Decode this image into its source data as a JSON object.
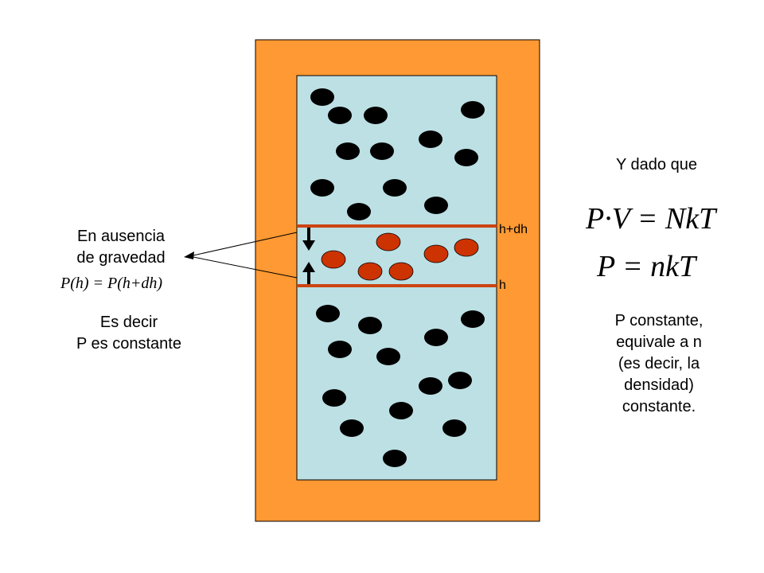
{
  "labels": {
    "h_dh": "h+dh",
    "h": "h",
    "no_gravity_line1": "En ausencia",
    "no_gravity_line2": "de gravedad",
    "equality_formula": "P(h) = P(h+dh)",
    "es_decir_line1": "Es decir",
    "es_decir_line2": "P es constante",
    "y_dado_que": "Y dado que",
    "formula_pv": "P·V = NkT",
    "formula_pn": "P = nkT",
    "conclusion": [
      "P constante,",
      "equivale a n",
      "(es decir, la",
      "densidad)",
      "constante."
    ]
  },
  "colors": {
    "outer_box": "#FF9933",
    "inner_box": "#BCE0E4",
    "layer_lines": "#CC4411",
    "particle_black": "#000000",
    "particle_red": "#CC3300"
  }
}
